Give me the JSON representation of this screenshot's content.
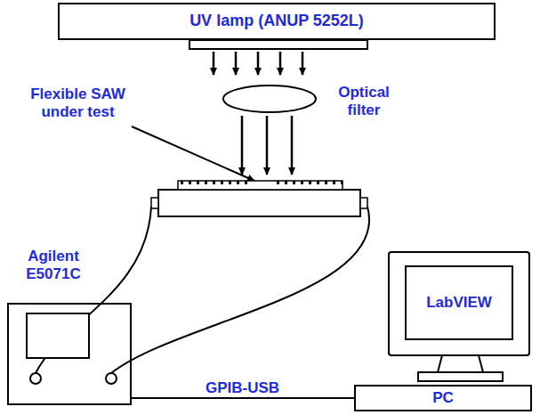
{
  "diagram": {
    "nodes": [
      {
        "text": [
          "UV lamp (ANUP 5252L)"
        ]
      },
      {
        "text": [
          "Agilent E5071C"
        ]
      },
      {
        "text": [
          "LabVIEW"
        ]
      },
      {
        "text": [
          "PC"
        ]
      }
    ],
    "edges": [
      {
        "from": 1,
        "to": 3,
        "label": "GPIB-USB",
        "arrow": "none"
      }
    ],
    "labels": [
      "Flexible SAW under test",
      "Optical filter"
    ]
  }
}
